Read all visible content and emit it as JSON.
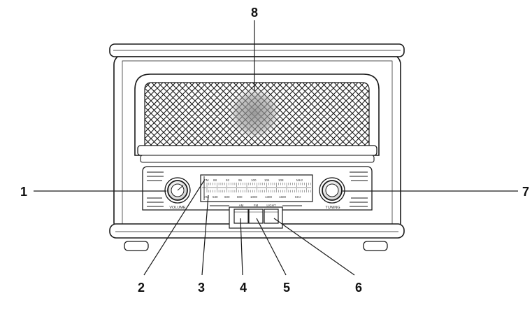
{
  "colors": {
    "stroke": "#1a1a1a",
    "body": "#ffffff",
    "grille_fill": "#f4f4f4",
    "speaker_shade": "#9a9a9a"
  },
  "dial": {
    "fm_band": "FM",
    "fm_scale": [
      "88",
      "92",
      "96",
      "100",
      "104",
      "108"
    ],
    "fm_unit": "MHz",
    "am_band": "AM",
    "am_scale": [
      "530",
      "600",
      "800",
      "1000",
      "1300",
      "1600"
    ],
    "am_unit": "KHz"
  },
  "knobs": {
    "volume_label": "VOLUME",
    "tuning_label": "TUNING"
  },
  "buttons": {
    "am_label": "AM",
    "fm_label": "FM",
    "light_label": "LIGHT"
  },
  "callouts": [
    "1",
    "2",
    "3",
    "4",
    "5",
    "6",
    "7",
    "8"
  ]
}
